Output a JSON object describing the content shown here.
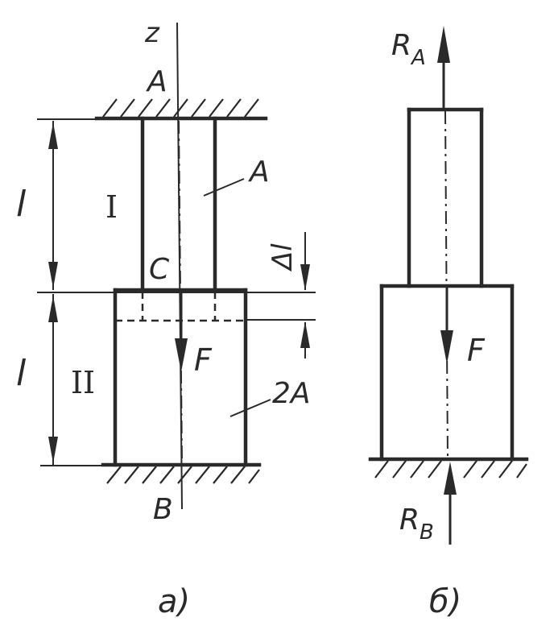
{
  "figure_a": {
    "axis_label": "z",
    "top_support_label": "A",
    "bottom_support_label": "B",
    "section_upper_label": "I",
    "section_lower_label": "II",
    "area_upper_label": "A",
    "area_lower_label": "2A",
    "junction_label": "C",
    "force_label": "F",
    "length_upper_label": "l",
    "length_lower_label": "l",
    "displacement_label": "Δl",
    "caption": "a)"
  },
  "figure_b": {
    "reaction_top_label": "R",
    "reaction_top_sub": "A",
    "reaction_bottom_label": "R",
    "reaction_bottom_sub": "B",
    "force_label": "F",
    "caption": "б)"
  }
}
